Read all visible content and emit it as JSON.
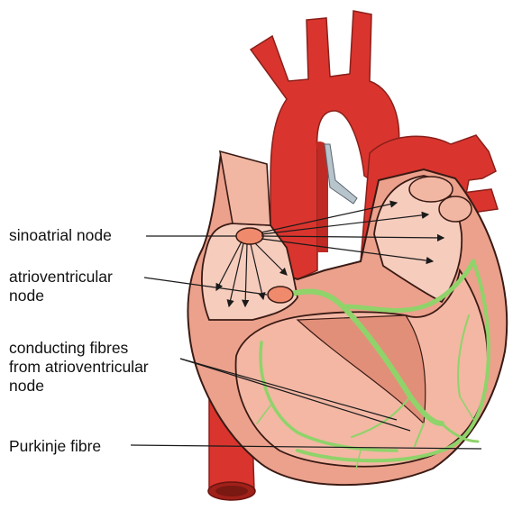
{
  "labels": {
    "sinoatrial": "sinoatrial node",
    "atrioventricular_line1": "atrioventricular",
    "atrioventricular_line2": "node",
    "conducting_line1": "conducting fibres",
    "conducting_line2": "from atrioventricular",
    "conducting_line3": "node",
    "purkinje": "Purkinje fibre"
  },
  "colors": {
    "artery_red": "#d9352e",
    "heart_pink": "#eba18c",
    "chamber_light": "#f6ccbd",
    "outline": "#3a1a14",
    "conduction_green": "#8fd36a",
    "vein_grey": "#b8c4cc",
    "node_fill": "#f08a6c"
  }
}
